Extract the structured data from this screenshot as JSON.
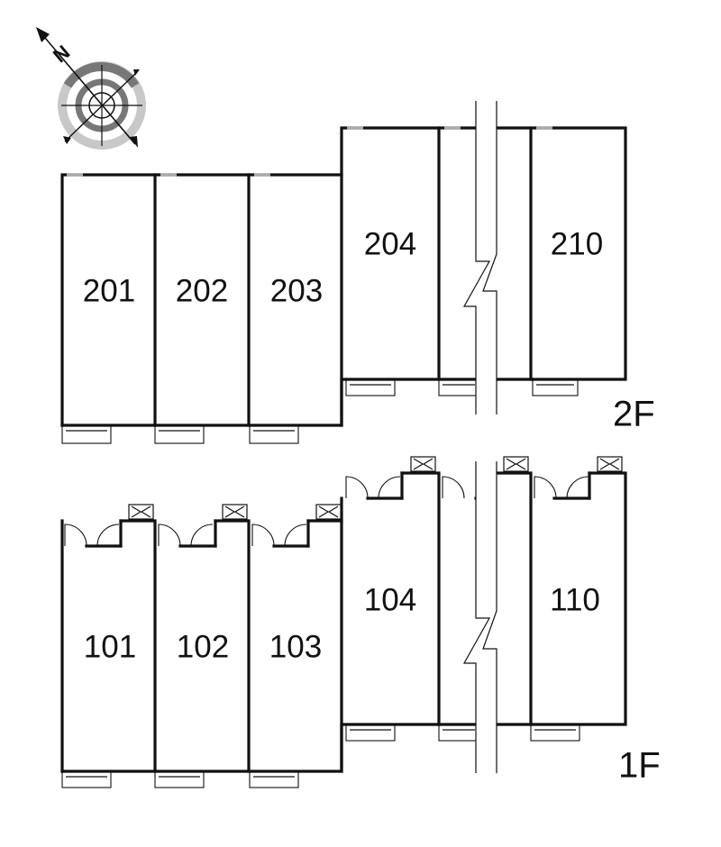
{
  "compass": {
    "icon": "north-compass-icon",
    "label": "N"
  },
  "floors": [
    {
      "id": "2F",
      "label": "2F",
      "rooms": [
        "201",
        "202",
        "203",
        "204",
        "210"
      ]
    },
    {
      "id": "1F",
      "label": "1F",
      "rooms": [
        "101",
        "102",
        "103",
        "104",
        "110"
      ]
    }
  ],
  "colors": {
    "line": "#111111",
    "vent": "#aaaaaa",
    "background": "#ffffff"
  }
}
